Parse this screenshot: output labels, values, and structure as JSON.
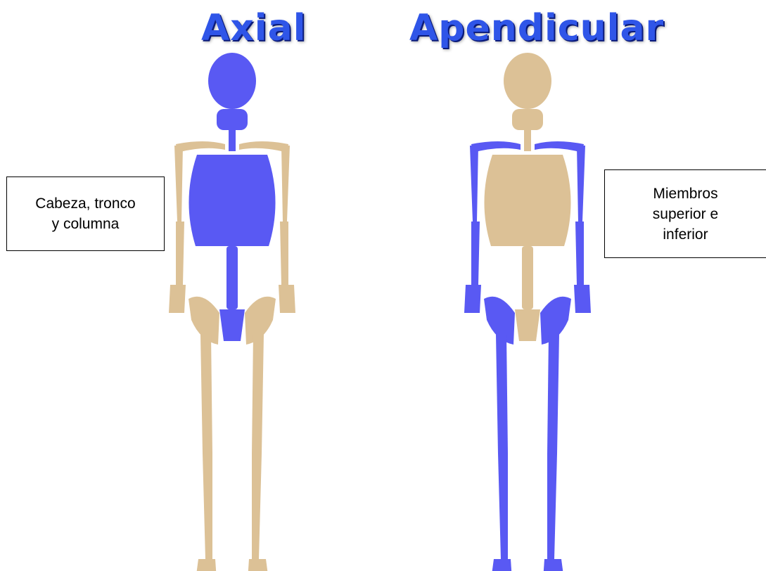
{
  "titles": {
    "axial": "Axial",
    "apendicular": "Apendicular"
  },
  "labels": {
    "axial": "Cabeza, tronco\ny columna",
    "apendicular": "Miembros\nsuperior e\ninferior"
  },
  "colors": {
    "title": "#2f55e8",
    "bone": "#dcc196",
    "highlight": "#4b4bf2"
  }
}
